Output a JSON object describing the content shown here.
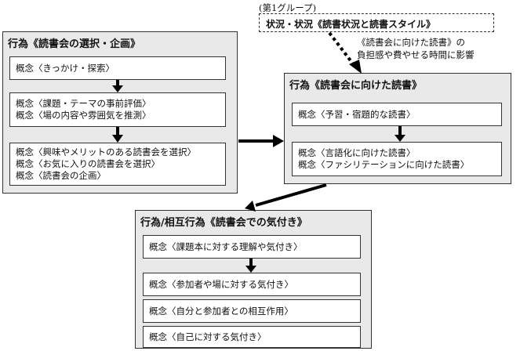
{
  "group_label": "(第1グループ)",
  "situation_box": "状況・状況《読書状況と読書スタイル》",
  "influence_note": {
    "line1": "《読書会に向けた読書》の",
    "line2": "負担感や費やせる時間に影響"
  },
  "left_panel": {
    "title": "行為《読書会の選択・企画》",
    "boxes": [
      {
        "lines": [
          "概念〈きっかけ・探索〉"
        ]
      },
      {
        "lines": [
          "概念〈課題・テーマの事前評価〉",
          "概念〈場の内容や雰囲気を推測〉"
        ]
      },
      {
        "lines": [
          "概念〈興味やメリットのある読書会を選択〉",
          "概念〈お気に入りの読書会を選択〉",
          "概念〈読書会の企画〉"
        ]
      }
    ]
  },
  "right_panel": {
    "title": "行為《読書会に向けた読書》",
    "boxes": [
      {
        "lines": [
          "概念〈予習・宿題的な読書〉"
        ]
      },
      {
        "lines": [
          "概念〈言語化に向けた読書〉",
          "概念〈ファシリテーションに向けた読書〉"
        ]
      }
    ]
  },
  "bottom_panel": {
    "title": "行為/相互行為《読書会での気付き》",
    "boxes": [
      {
        "lines": [
          "概念〈課題本に対する理解や気付き〉"
        ]
      },
      {
        "lines": [
          "概念〈参加者や場に対する気付き〉"
        ]
      },
      {
        "lines": [
          "概念〈自分と参加者との相互作用〉"
        ]
      },
      {
        "lines": [
          "概念〈自己に対する気付き〉"
        ]
      }
    ]
  }
}
